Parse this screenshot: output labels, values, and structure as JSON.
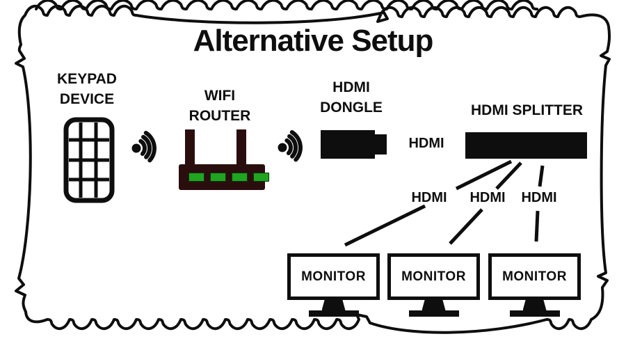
{
  "title": "Alternative Setup",
  "colors": {
    "ink": "#0e0e0e",
    "router-body": "#2a0e0e",
    "led-green": "#1fa51f",
    "paper": "#ffffff"
  },
  "icons": {
    "wireless": "wireless-signal-icon",
    "keypad": "keypad-grid-icon",
    "router": "wifi-router-icon",
    "dongle": "hdmi-dongle-icon",
    "splitter": "hdmi-splitter-icon",
    "monitor": "monitor-icon",
    "frame": "hand-drawn-wavy-border"
  },
  "devices": {
    "keypad": {
      "line1": "KEYPAD",
      "line2": "DEVICE"
    },
    "router": {
      "line1": "WIFI",
      "line2": "ROUTER"
    },
    "dongle": {
      "line1": "HDMI",
      "line2": "DONGLE"
    },
    "splitter": {
      "label": "HDMI SPLITTER"
    },
    "monitors": [
      {
        "label": "MONITOR"
      },
      {
        "label": "MONITOR"
      },
      {
        "label": "MONITOR"
      }
    ]
  },
  "connections": {
    "dongle_to_splitter_label": "HDMI",
    "splitter_to_monitor_labels": [
      "HDMI",
      "HDMI",
      "HDMI"
    ]
  }
}
